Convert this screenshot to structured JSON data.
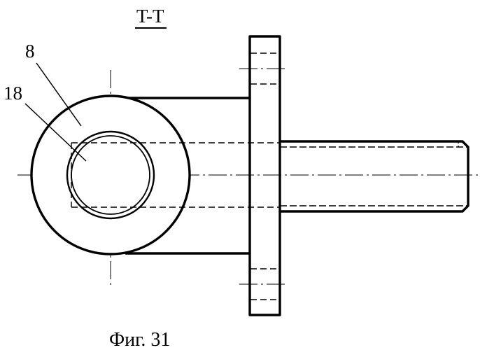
{
  "drawing": {
    "section_label": "T-T",
    "reference_labels": {
      "outer_eye": "8",
      "inner_bore": "18"
    },
    "caption": "Фиг. 31"
  }
}
